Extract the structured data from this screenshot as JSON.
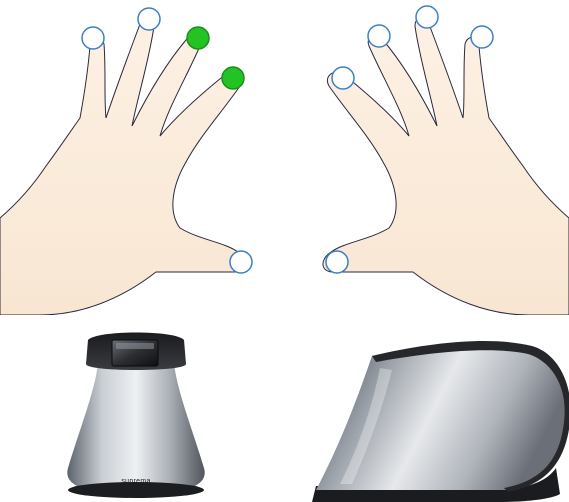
{
  "colors": {
    "skin": "#fbeee0",
    "outline": "#2a2a3a",
    "dot_unselected_fill": "#ffffff",
    "dot_unselected_stroke": "#3b7fc8",
    "dot_selected_fill": "#22c322",
    "dot_selected_stroke": "#1a8f1a"
  },
  "left_hand": {
    "fingers": [
      {
        "name": "little",
        "selected": false,
        "icon": "circle"
      },
      {
        "name": "ring",
        "selected": false,
        "icon": "circle"
      },
      {
        "name": "middle",
        "selected": true,
        "icon": "filled-circle"
      },
      {
        "name": "index",
        "selected": true,
        "icon": "filled-circle"
      },
      {
        "name": "thumb",
        "selected": false,
        "icon": "circle"
      }
    ]
  },
  "right_hand": {
    "fingers": [
      {
        "name": "index",
        "selected": false,
        "icon": "circle"
      },
      {
        "name": "middle",
        "selected": false,
        "icon": "circle"
      },
      {
        "name": "ring",
        "selected": false,
        "icon": "circle"
      },
      {
        "name": "little",
        "selected": false,
        "icon": "circle"
      },
      {
        "name": "thumb",
        "selected": false,
        "icon": "circle"
      }
    ]
  },
  "scanners": {
    "front_brand": "suprema"
  }
}
